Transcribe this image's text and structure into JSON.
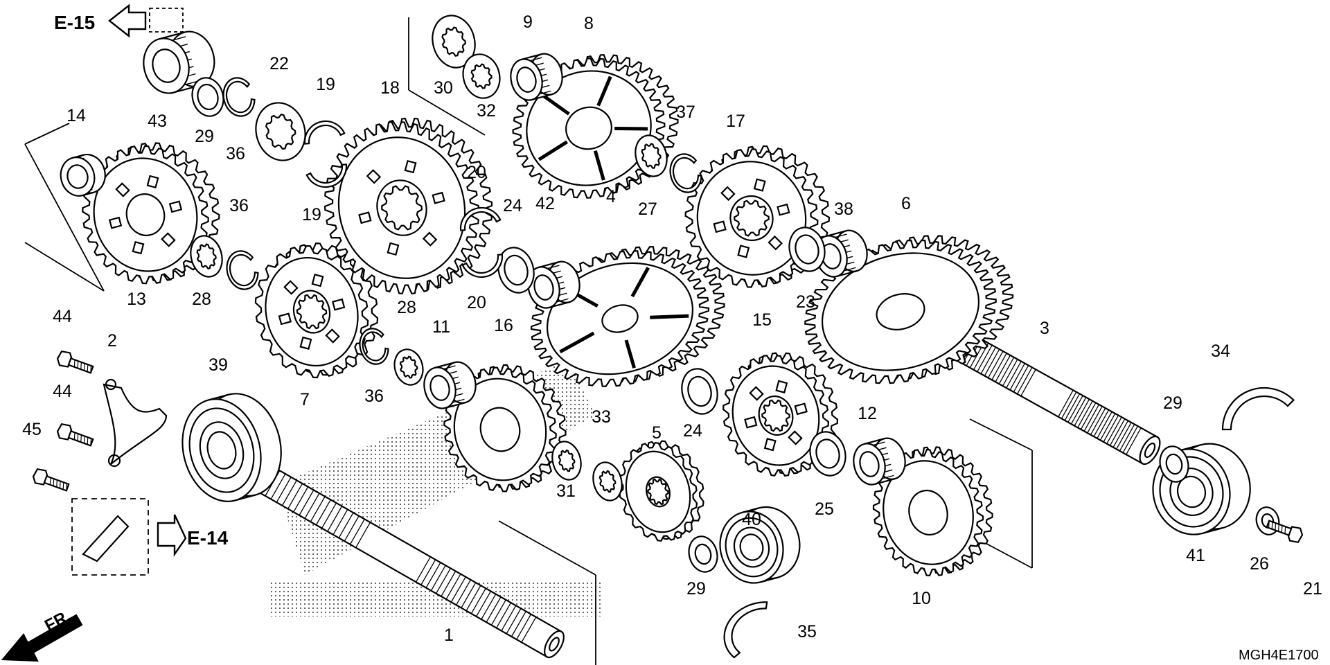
{
  "diagram": {
    "refs": {
      "top": "E-15",
      "bottom": "E-14"
    },
    "direction": "FR.",
    "code": "MGH4E1700",
    "callouts": [
      "1",
      "2",
      "3",
      "4",
      "5",
      "6",
      "7",
      "8",
      "9",
      "10",
      "11",
      "12",
      "13",
      "14",
      "15",
      "16",
      "17",
      "18",
      "19",
      "19",
      "20",
      "20",
      "21",
      "22",
      "23",
      "24",
      "24",
      "25",
      "26",
      "27",
      "28",
      "28",
      "29",
      "29",
      "29",
      "30",
      "31",
      "32",
      "33",
      "34",
      "35",
      "36",
      "36",
      "36",
      "37",
      "38",
      "39",
      "40",
      "41",
      "42",
      "43",
      "44",
      "44",
      "45"
    ]
  }
}
